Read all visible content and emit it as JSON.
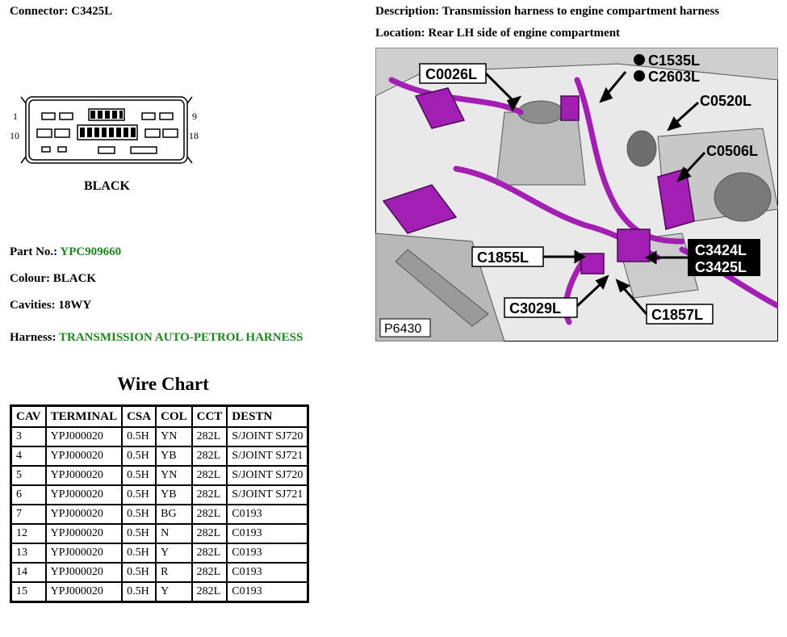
{
  "connector": {
    "label": "Connector:",
    "value": "C3425L"
  },
  "description": {
    "label": "Description:",
    "value": "Transmission harness to engine compartment harness"
  },
  "location": {
    "label": "Location:",
    "value": "Rear LH side of engine compartment"
  },
  "diagram": {
    "pin_tl": "1",
    "pin_tr": "9",
    "pin_bl": "10",
    "pin_br": "18",
    "colour_label": "BLACK"
  },
  "part_no": {
    "label": "Part No.:",
    "value": "YPC909660"
  },
  "colour": {
    "label": "Colour:",
    "value": "BLACK"
  },
  "cavities": {
    "label": "Cavities:",
    "value": "18WY"
  },
  "harness": {
    "label": "Harness:",
    "value": "TRANSMISSION AUTO-PETROL HARNESS"
  },
  "photo": {
    "callouts": {
      "c0026l": "C0026L",
      "c1535l": "C1535L",
      "c2603l": "C2603L",
      "c0520l": "C0520L",
      "c0506l": "C0506L",
      "c1855l": "C1855L",
      "c3424l": "C3424L",
      "c3425l": "C3425L",
      "c3029l": "C3029L",
      "c1857l": "C1857L"
    },
    "ref": "P6430"
  },
  "wire_chart": {
    "title": "Wire Chart",
    "headers": [
      "CAV",
      "TERMINAL",
      "CSA",
      "COL",
      "CCT",
      "DESTN"
    ],
    "rows": [
      [
        "3",
        "YPJ000020",
        "0.5H",
        "YN",
        "282L",
        "S/JOINT SJ720"
      ],
      [
        "4",
        "YPJ000020",
        "0.5H",
        "YB",
        "282L",
        "S/JOINT SJ721"
      ],
      [
        "5",
        "YPJ000020",
        "0.5H",
        "YN",
        "282L",
        "S/JOINT SJ720"
      ],
      [
        "6",
        "YPJ000020",
        "0.5H",
        "YB",
        "282L",
        "S/JOINT SJ721"
      ],
      [
        "7",
        "YPJ000020",
        "0.5H",
        "BG",
        "282L",
        "C0193"
      ],
      [
        "12",
        "YPJ000020",
        "0.5H",
        "N",
        "282L",
        "C0193"
      ],
      [
        "13",
        "YPJ000020",
        "0.5H",
        "Y",
        "282L",
        "C0193"
      ],
      [
        "14",
        "YPJ000020",
        "0.5H",
        "R",
        "282L",
        "C0193"
      ],
      [
        "15",
        "YPJ000020",
        "0.5H",
        "Y",
        "282L",
        "C0193"
      ]
    ]
  },
  "colors": {
    "green_value": "#1a8a1a",
    "harness_magenta": "#a31fb3"
  }
}
